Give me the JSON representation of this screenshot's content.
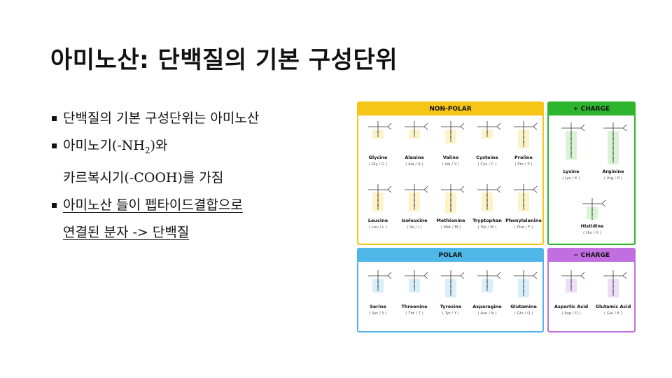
{
  "slide": {
    "title": "아미노산: 단백질의 기본 구성단위",
    "bullets": [
      {
        "text": "단백질의 기본 구성단위는 아미노산"
      },
      {
        "pre": "아미노기(-NH",
        "sub": "2",
        "post": ")와"
      },
      {
        "text": "카르복시기(-COOH)를 가짐"
      },
      {
        "text": "아미노산 들이 펩타이드결합으로"
      },
      {
        "text": "연결된 분자 -> 단백질"
      }
    ]
  },
  "chart_data": {
    "type": "table",
    "groups": [
      {
        "label": "NON-POLAR",
        "color": "#f5c518",
        "fill": "#fdf3c8",
        "amino_acids": [
          {
            "name": "Glycine",
            "code": "( Gly / G )"
          },
          {
            "name": "Alanine",
            "code": "( Ala / A )"
          },
          {
            "name": "Valine",
            "code": "( Val / V )"
          },
          {
            "name": "Cysteine",
            "code": "( Cys / C )"
          },
          {
            "name": "Proline",
            "code": "( Pro / P )"
          },
          {
            "name": "Leucine",
            "code": "( Leu / L )"
          },
          {
            "name": "Isoleucine",
            "code": "( Ile / I )"
          },
          {
            "name": "Methionine",
            "code": "( Met / M )"
          },
          {
            "name": "Tryptophan",
            "code": "( Trp / W )"
          },
          {
            "name": "Phenylalanine",
            "code": "( Phe / F )"
          }
        ]
      },
      {
        "label": "+ CHARGE",
        "color": "#2db52d",
        "fill": "#d9f3d6",
        "amino_acids": [
          {
            "name": "Lysine",
            "code": "( Lys / K )"
          },
          {
            "name": "Arginine",
            "code": "( Arg / R )"
          },
          {
            "name": "Histidine",
            "code": "( His / H )"
          }
        ]
      },
      {
        "label": "POLAR",
        "color": "#4fb7e8",
        "fill": "#d8effa",
        "amino_acids": [
          {
            "name": "Serine",
            "code": "( Ser / S )"
          },
          {
            "name": "Threonine",
            "code": "( Thr / T )"
          },
          {
            "name": "Tyrosine",
            "code": "( Tyr / Y )"
          },
          {
            "name": "Asparagine",
            "code": "( Asn / N )"
          },
          {
            "name": "Glutamine",
            "code": "( Gln / Q )"
          }
        ]
      },
      {
        "label": "− CHARGE",
        "color": "#c06ee0",
        "fill": "#efdcf7",
        "amino_acids": [
          {
            "name": "Aspartic Acid",
            "code": "( Asp / D )"
          },
          {
            "name": "Glutamic Acid",
            "code": "( Glu / E )"
          }
        ]
      }
    ]
  }
}
